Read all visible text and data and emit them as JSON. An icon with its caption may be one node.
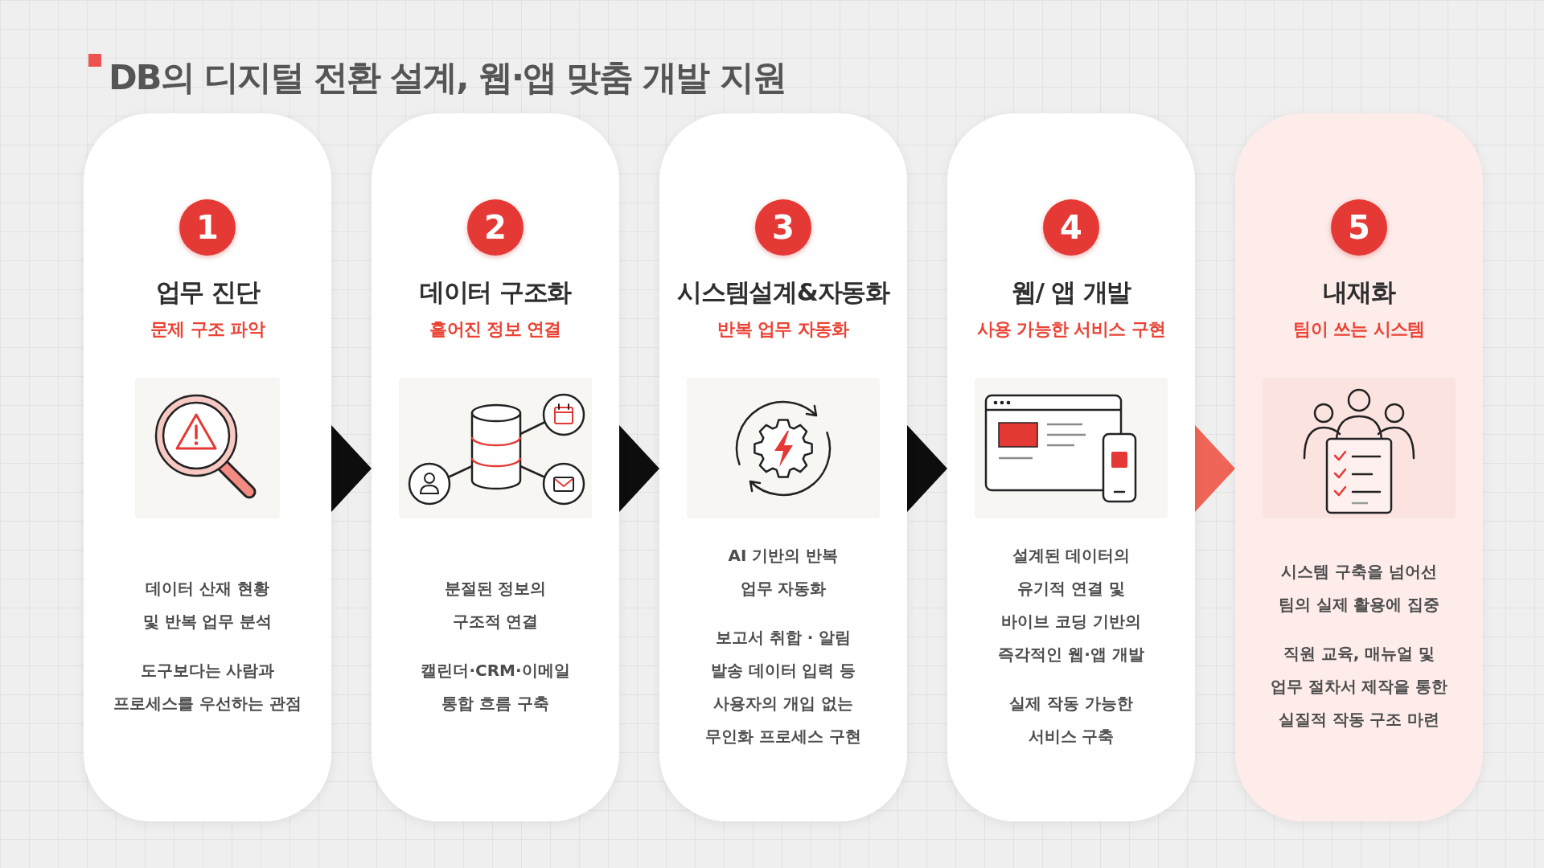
{
  "diagram": {
    "title": "DB의 디지털 전환 설계, 웹·앱 맞춤 개발 지원",
    "nodes": [
      {
        "text": [
          "업무 진단",
          "문제 구조 파악",
          "데이터 산재 현황 및 반복 업무 분석",
          "도구보다는 사람과 프로세스를 우선하는 관점"
        ]
      },
      {
        "text": [
          "1"
        ],
        "in": 0
      },
      {
        "text": [
          "데이터 구조화",
          "흩어진 정보 연결",
          "분절된 정보의 구조적 연결",
          "캘린더·CRM·이메일 통합 흐름 구축"
        ]
      },
      {
        "text": [
          "2"
        ],
        "in": 2
      },
      {
        "text": [
          "시스템설계&자동화",
          "반복 업무 자동화",
          "AI 기반의 반복 업무 자동화",
          "보고서 취합 · 알림 발송 데이터 입력 등 사용자의 개입 없는 무인화 프로세스 구현"
        ]
      },
      {
        "text": [
          "3"
        ],
        "in": 4
      },
      {
        "text": [
          "웹/ 앱 개발",
          "사용 가능한 서비스 구현",
          "설계된 데이터의 유기적 연결 및 바이브 코딩 기반의 즉각적인 웹·앱 개발",
          "실제 작동 가능한 서비스 구축"
        ]
      },
      {
        "text": [
          "4"
        ],
        "in": 6
      },
      {
        "text": [
          "내재화",
          "팀이 쓰는 시스템",
          "시스템 구축을 넘어선 팀의 실제 활용에 집중",
          "직원 교육, 매뉴얼 및 업무 절차서 제작을 통한 실질적 작동 구조 마련"
        ]
      },
      {
        "text": [
          "5"
        ],
        "in": 8
      }
    ],
    "edges": [
      {
        "from": 0,
        "to": 2,
        "arrow": "to"
      },
      {
        "from": 2,
        "to": 4,
        "arrow": "to"
      },
      {
        "from": 4,
        "to": 6,
        "arrow": "to"
      },
      {
        "from": 6,
        "to": 8,
        "arrow": "to",
        "color": "#ef6557"
      }
    ]
  }
}
